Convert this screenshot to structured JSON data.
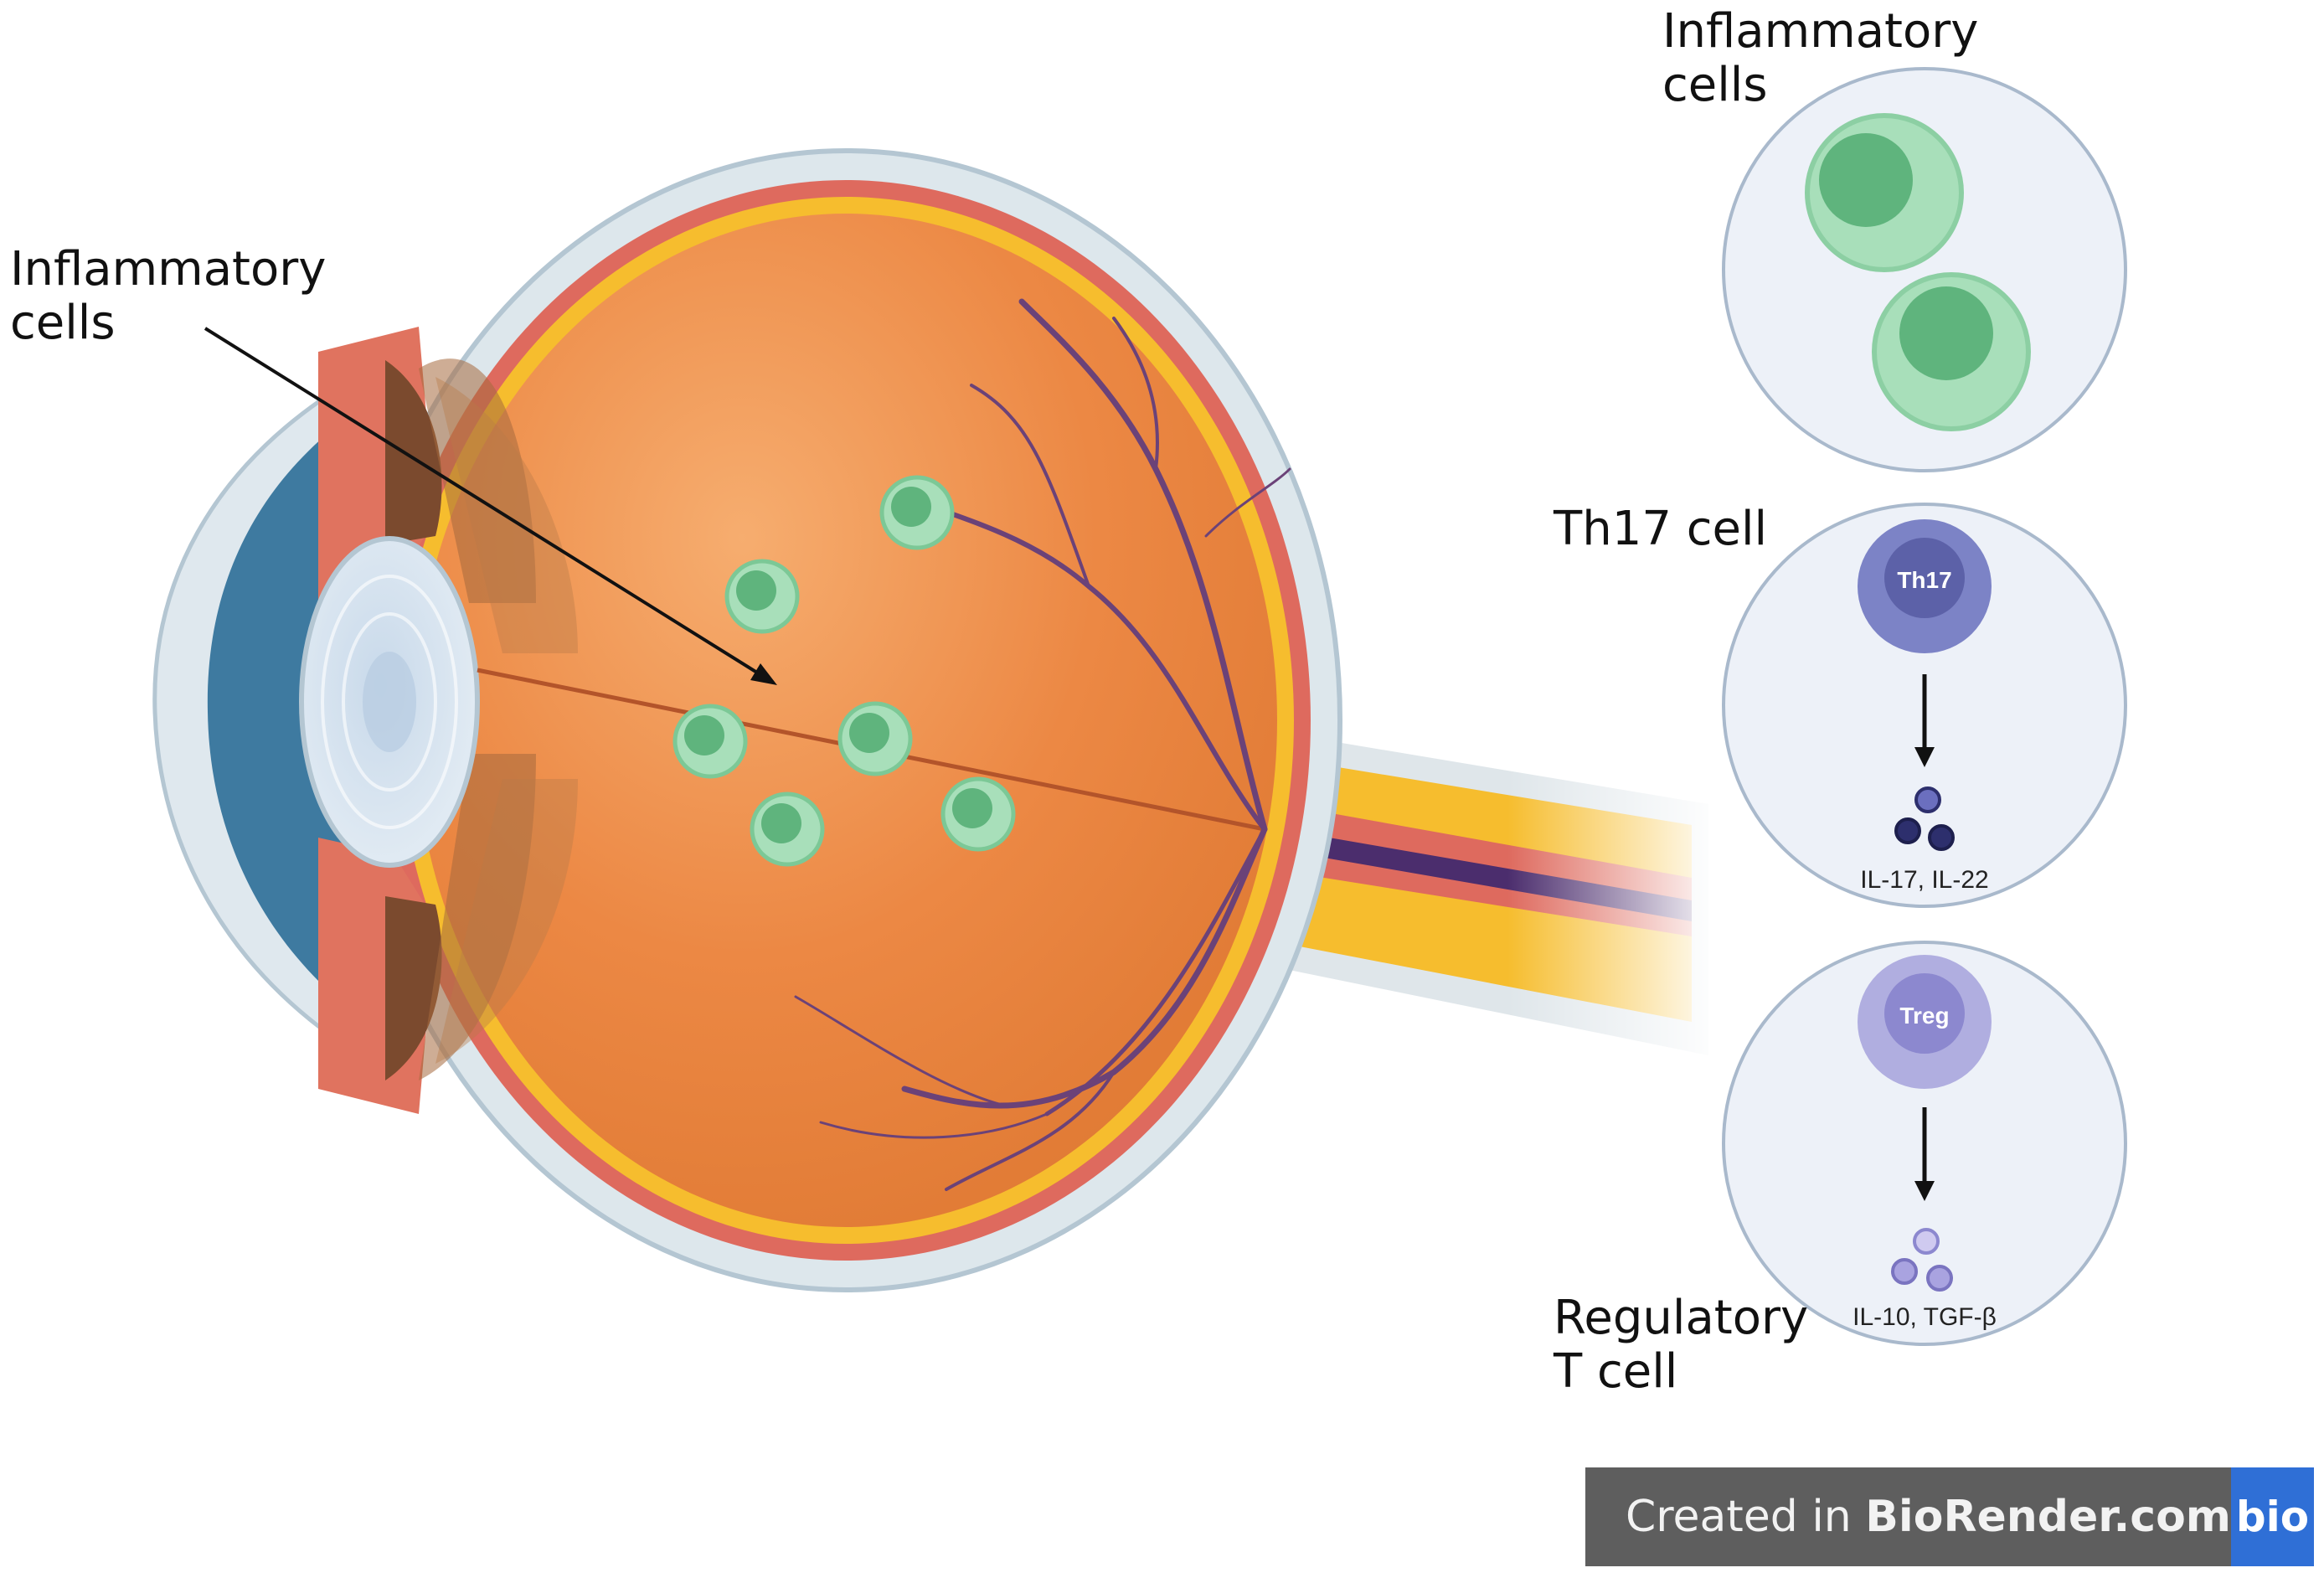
{
  "labels": {
    "eye_callout": [
      "Inflammatory",
      "cells"
    ],
    "panel_inflammatory": [
      "Inflammatory",
      "cells"
    ],
    "panel_th17": "Th17 cell",
    "panel_treg": [
      "Regulatory",
      "T cell"
    ]
  },
  "cells": {
    "th17_badge": "Th17",
    "th17_cytokines": "IL-17, IL-22",
    "treg_badge": "Treg",
    "treg_cytokines": "IL-10, TGF-β"
  },
  "footer": {
    "prefix": "Created in ",
    "brand": "BioRender.com",
    "logo": "bio"
  },
  "colors": {
    "vitreous": "#ec8a45",
    "retina_yellow": "#f6bd2e",
    "choroid": "#de6a5e",
    "sclera": "#dde7ec",
    "inflammatory_cell": "#8ccfa3",
    "th17": "#6e74b8",
    "treg": "#9a97d6",
    "panel": "#edf1f8"
  },
  "icons": [
    "eye-anatomy",
    "inflammatory-cell-icon",
    "th17-cell-icon",
    "treg-cell-icon",
    "cytokine-icon",
    "arrow-down-icon"
  ]
}
